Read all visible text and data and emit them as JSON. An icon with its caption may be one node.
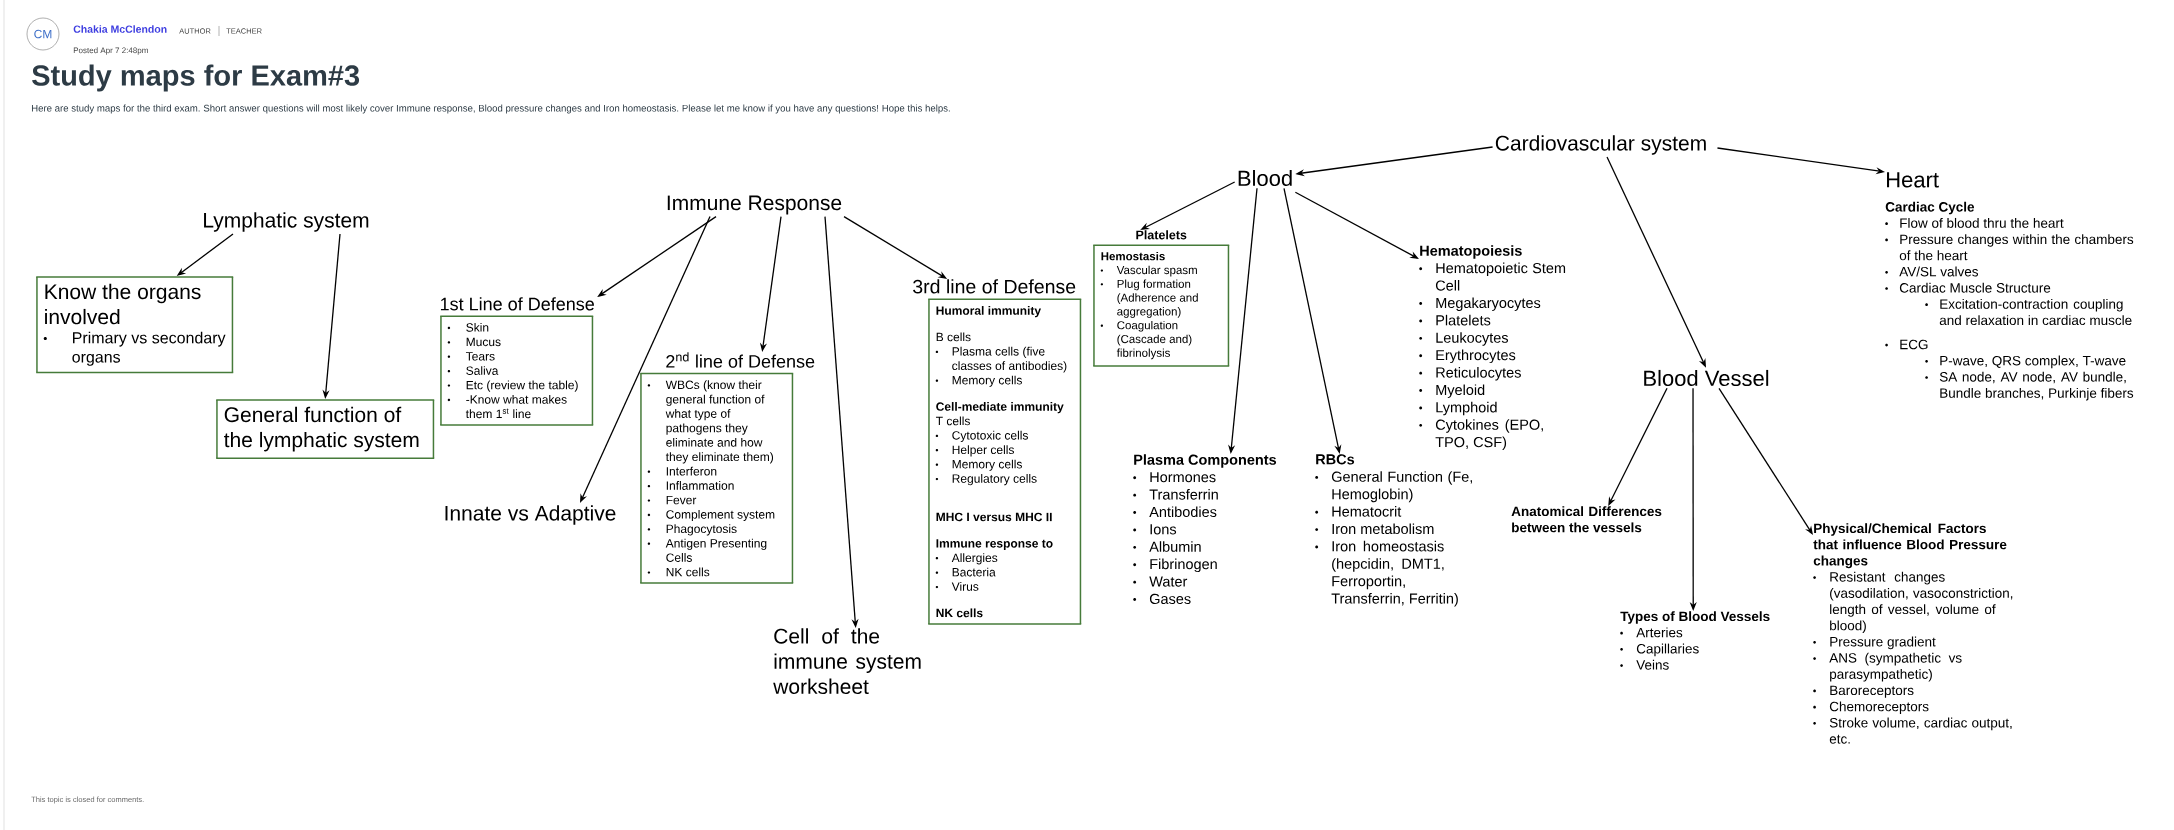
{
  "diagram": {
    "title": "Study maps for Exam#3",
    "nodes": [
      {
        "text": [
          "CM"
        ]
      },
      {
        "text": [
          "Lymphatic system"
        ]
      },
      {
        "text": [
          "Know the organs involved",
          "Primary vs secondary organs"
        ]
      },
      {
        "text": [
          "General function of the lymphatic system"
        ]
      },
      {
        "text": [
          "Immune Response"
        ]
      },
      {
        "text": [
          "1st Line of Defense",
          "Skin",
          "Mucus",
          "Tears",
          "Saliva",
          "Etc (review the table)",
          "-Know what makes them 1$^{st}$ line"
        ]
      },
      {
        "text": [
          "Innate vs Adaptive"
        ]
      },
      {
        "text": [
          "2$^{nd}$ line of Defense",
          "WBCs (know their general function of what type of pathogens they eliminate and how they eliminate them)",
          "Interferon",
          "Inflammation",
          "Fever",
          "Complement system",
          "Phagocytosis",
          "Antigen Presenting Cells",
          "NK cells"
        ]
      },
      {
        "text": [
          "Cell of the immune system worksheet"
        ]
      },
      {
        "text": [
          "3rd line of Defense",
          "Humoral immunity",
          "B cells",
          "Plasma cells (five classes of antibodies)",
          "Memory cells",
          "Cell-mediate immunity",
          "T cells",
          "Cytotoxic cells",
          "Helper cells",
          "Memory cells",
          "Regulatory cells",
          "MHC I versus MHC II",
          "Immune response to",
          "Allergies",
          "Bacteria",
          "Virus",
          "NK cells"
        ]
      },
      {
        "text": [
          "Cardiovascular system"
        ]
      },
      {
        "text": [
          "Blood"
        ]
      },
      {
        "text": [
          "Platelets",
          "Hemostasis",
          "Vascular spasm",
          "Plug formation (Adherence and aggregation)",
          "Coagulation (Cascade and) fibrinolysis"
        ]
      },
      {
        "text": [
          "Plasma Components",
          "Hormones",
          "Transferrin",
          "Antibodies",
          "Ions",
          "Albumin",
          "Fibrinogen",
          "Water",
          "Gases"
        ]
      },
      {
        "text": [
          "RBCs",
          "General Function (Fe, Hemoglobin)",
          "Hematocrit",
          "Iron metabolism",
          "Iron homeostasis (hepcidin, DMT1, Ferroportin, Transferrin, Ferritin)"
        ]
      },
      {
        "text": [
          "Hematopoiesis",
          "Hematopoietic Stem Cell",
          "Megakaryocytes",
          "Platelets",
          "Leukocytes",
          "Erythrocytes",
          "Reticulocytes",
          "Myeloid",
          "Lymphoid",
          "Cytokines (EPO, TPO, CSF)"
        ]
      },
      {
        "text": [
          "Heart",
          "Cardiac Cycle",
          "Flow of blood thru the heart",
          "Pressure changes within the chambers of the heart",
          "AV/SL valves",
          "Cardiac Muscle Structure",
          "Excitation-contraction coupling and relaxation in cardiac muscle",
          "ECG",
          "P-wave, QRS complex, T-wave",
          "SA node, AV node, AV bundle, Bundle branches, Purkinje fibers"
        ]
      },
      {
        "text": [
          "Blood Vessel"
        ]
      },
      {
        "text": [
          "Anatomical Differences between the vessels"
        ]
      },
      {
        "text": [
          "Types of Blood Vessels",
          "Arteries",
          "Capillaries",
          "Veins"
        ]
      },
      {
        "text": [
          "Physical/Chemical Factors that influence Blood Pressure changes",
          "Resistant changes (vasodilation, vasoconstriction, length of vessel, volume of blood)",
          "Pressure gradient",
          "ANS (sympathetic vs parasympathetic)",
          "Baroreceptors",
          "Chemoreceptors",
          "Stroke volume, cardiac output, etc."
        ]
      }
    ],
    "edges": [
      {
        "from": 1,
        "to": 2,
        "arrow": "to"
      },
      {
        "from": 1,
        "to": 3,
        "arrow": "to"
      },
      {
        "from": 4,
        "to": 5,
        "arrow": "to"
      },
      {
        "from": 4,
        "to": 6,
        "arrow": "to"
      },
      {
        "from": 4,
        "to": 7,
        "arrow": "to"
      },
      {
        "from": 4,
        "to": 8,
        "arrow": "to"
      },
      {
        "from": 4,
        "to": 9,
        "arrow": "to"
      },
      {
        "from": 10,
        "to": 11,
        "arrow": "to"
      },
      {
        "from": 10,
        "to": 17,
        "arrow": "to"
      },
      {
        "from": 10,
        "to": 16,
        "arrow": "to"
      },
      {
        "from": 11,
        "to": 12,
        "arrow": "to"
      },
      {
        "from": 11,
        "to": 13,
        "arrow": "to"
      },
      {
        "from": 11,
        "to": 14,
        "arrow": "to"
      },
      {
        "from": 11,
        "to": 15,
        "arrow": "to"
      },
      {
        "from": 17,
        "to": 18,
        "arrow": "to"
      },
      {
        "from": 17,
        "to": 19,
        "arrow": "to"
      },
      {
        "from": 17,
        "to": 20,
        "arrow": "to"
      }
    ],
    "labels": [
      "Chakia McClendon",
      "AUTHOR",
      "TEACHER",
      "Posted Apr 7 2:48pm",
      "Here are study maps for the third exam. Short answer questions will most likely cover Immune response, Blood pressure changes and Iron homeostasis. Please let me know if you have any questions! Hope this helps.",
      "This topic is closed for comments."
    ]
  }
}
